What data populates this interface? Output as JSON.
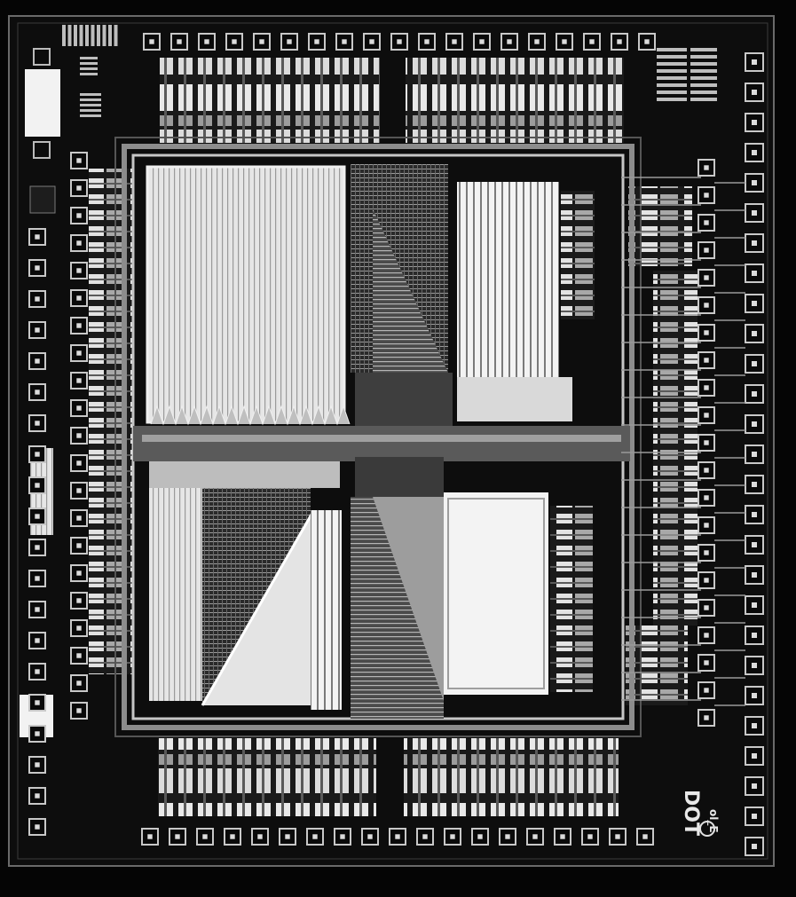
{
  "image": {
    "kind": "die-photograph",
    "tone": "grayscale"
  },
  "markings": {
    "logo_text": "DOT",
    "logo_subtext": "ol_E"
  },
  "colors": {
    "background": "#050505",
    "die": "#0d0d0d",
    "metal": "#cfcfcf",
    "bright": "#f2f2f2",
    "mid": "#8a8a8a",
    "dark_gray": "#3a3a3a"
  }
}
